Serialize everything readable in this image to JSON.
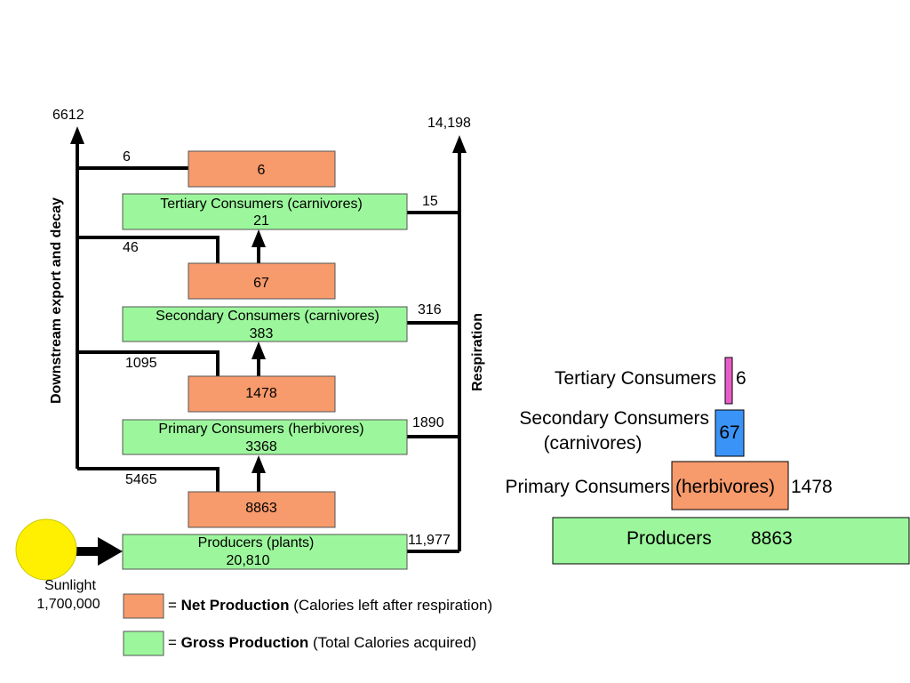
{
  "colors": {
    "net": "#f79a6c",
    "gross": "#9cf79c",
    "sun": "#ffef00",
    "secondary_bar": "#3a93f7",
    "tertiary_bar": "#e85ec8",
    "line": "#000000"
  },
  "left_flow": {
    "export_total": "6612",
    "respiration_total": "14,198",
    "export_label": "Downstream export and decay",
    "respiration_label": "Respiration",
    "sunlight_label": "Sunlight",
    "sunlight_value": "1,700,000",
    "levels": [
      {
        "gross_name": "Tertiary Consumers (carnivores)",
        "gross_value": "21",
        "net_value": "6",
        "export": "6",
        "respiration": "15"
      },
      {
        "gross_name": "Secondary Consumers (carnivores)",
        "gross_value": "383",
        "net_value": "67",
        "export": "46",
        "respiration": "316"
      },
      {
        "gross_name": "Primary Consumers (herbivores)",
        "gross_value": "3368",
        "net_value": "1478",
        "export": "1095",
        "respiration": "1890"
      },
      {
        "gross_name": "Producers (plants)",
        "gross_value": "20,810",
        "net_value": "8863",
        "export": "5465",
        "respiration": "11,977"
      }
    ]
  },
  "legend": {
    "net_eq": "= ",
    "net_bold": "Net Production",
    "net_desc": " (Calories left after respiration)",
    "gross_eq": "= ",
    "gross_bold": "Gross Production",
    "gross_desc": " (Total Calories acquired)"
  },
  "pyramid": {
    "tertiary_label": "Tertiary Consumers",
    "tertiary_value": "6",
    "secondary_label_line1": "Secondary Consumers",
    "secondary_label_line2": "(carnivores)",
    "secondary_value": "67",
    "primary_label_a": "Primary Consumers",
    "primary_label_b": "(herbivores)",
    "primary_value": "1478",
    "producers_label": "Producers",
    "producers_value": "8863"
  }
}
